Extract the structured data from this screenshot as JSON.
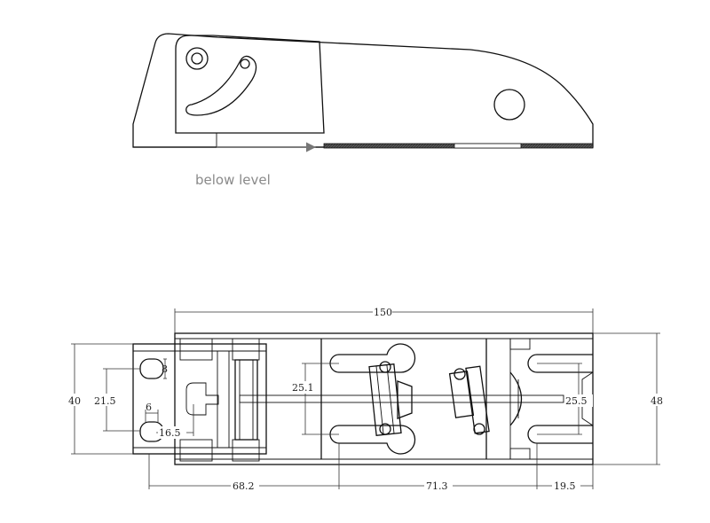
{
  "side_view": {
    "caption": "below level"
  },
  "dimensions": {
    "overall_length": "150",
    "overall_height_outer": "48",
    "height_left": "40",
    "slot_pitch": "21.5",
    "slot_height": "8",
    "slot_width": "6",
    "slot_offset": "16.5",
    "center_distance": "25.1",
    "right_slot_pitch": "25.5",
    "segment_left": "68.2",
    "segment_middle": "71.3",
    "segment_right": "19.5"
  }
}
